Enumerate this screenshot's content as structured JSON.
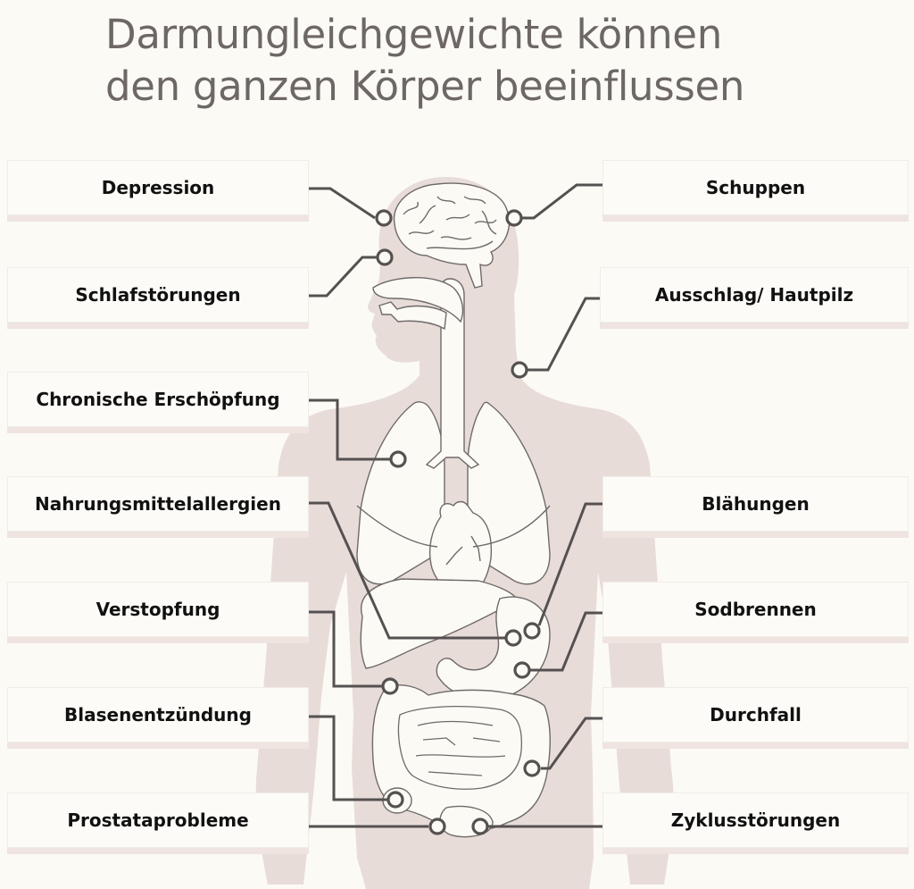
{
  "title": {
    "line1": "Darmungleichgewichte können",
    "line2": "den ganzen Körper beeinflussen"
  },
  "colors": {
    "background": "#fcfaf5",
    "title_text": "#6d6766",
    "body_silhouette": "#e8dcd9",
    "organ_fill": "#fcfaf5",
    "organ_stroke": "#6e6a69",
    "connector": "#555151",
    "label_box": "#fdfbf7",
    "label_box_shadow": "#efe4e0",
    "label_text": "#111111"
  },
  "labels": {
    "left": [
      {
        "text": "Depression"
      },
      {
        "text": "Schlafstörungen"
      },
      {
        "text": "Chronische Erschöpfung"
      },
      {
        "text": "Nahrungsmittelallergien"
      },
      {
        "text": "Verstopfung"
      },
      {
        "text": "Blasenentzündung"
      },
      {
        "text": "Prostataprobleme"
      }
    ],
    "right": [
      {
        "text": "Schuppen"
      },
      {
        "text": "Ausschlag/ Hautpilz"
      },
      {
        "text": "Blähungen"
      },
      {
        "text": "Sodbrennen"
      },
      {
        "text": "Durchfall"
      },
      {
        "text": "Zyklusstörungen"
      }
    ]
  },
  "figure": {
    "type": "human-body-anatomy",
    "organs": [
      "brain",
      "nasal-cavity",
      "trachea",
      "lungs",
      "heart",
      "liver",
      "stomach",
      "small-intestine",
      "large-intestine",
      "bladder"
    ]
  }
}
